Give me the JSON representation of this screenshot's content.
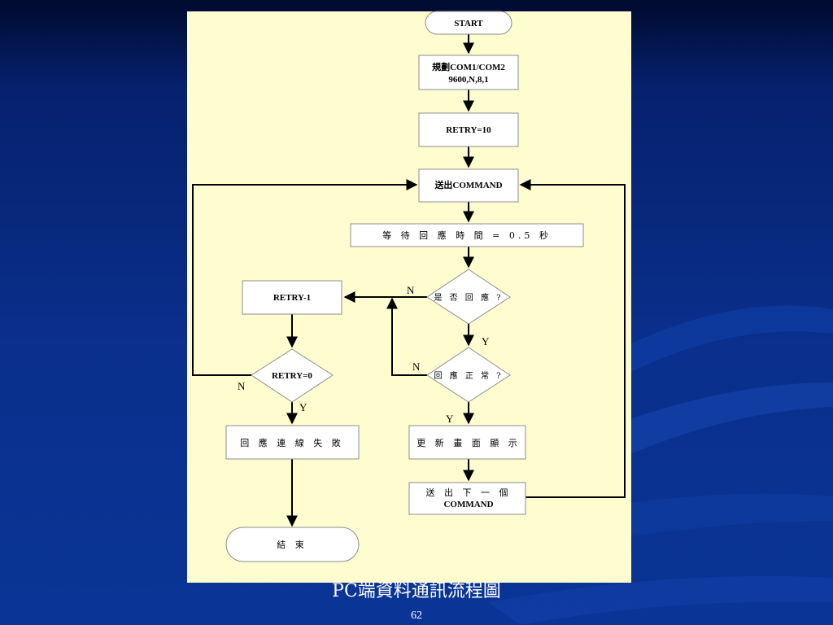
{
  "slide": {
    "title": "PC端資料通訊流程圖",
    "page_number": "62"
  },
  "colors": {
    "background": "#0a2f8c",
    "panel": "#fffdd0",
    "box_fill": "#ffffff",
    "line": "#000000"
  },
  "flowchart": {
    "start": "START",
    "config_line1": "規劃COM1/COM2",
    "config_line2": "9600,N,8,1",
    "retry_init": "RETRY=10",
    "send_command": "送出COMMAND",
    "wait": "等 待 回 應 時 間 = 0.5 秒",
    "is_response": "是 否 回 應 ?",
    "response_ok": "回 應 正 常 ?",
    "retry_dec": "RETRY-1",
    "retry_zero": "RETRY=0",
    "fail": "回 應 連 線 失 敗",
    "update": "更 新 畫 面 顯 示",
    "send_next_line1": "送 出 下 一 個",
    "send_next_line2": "COMMAND",
    "end": "結 束",
    "yes": "Y",
    "no": "N"
  }
}
